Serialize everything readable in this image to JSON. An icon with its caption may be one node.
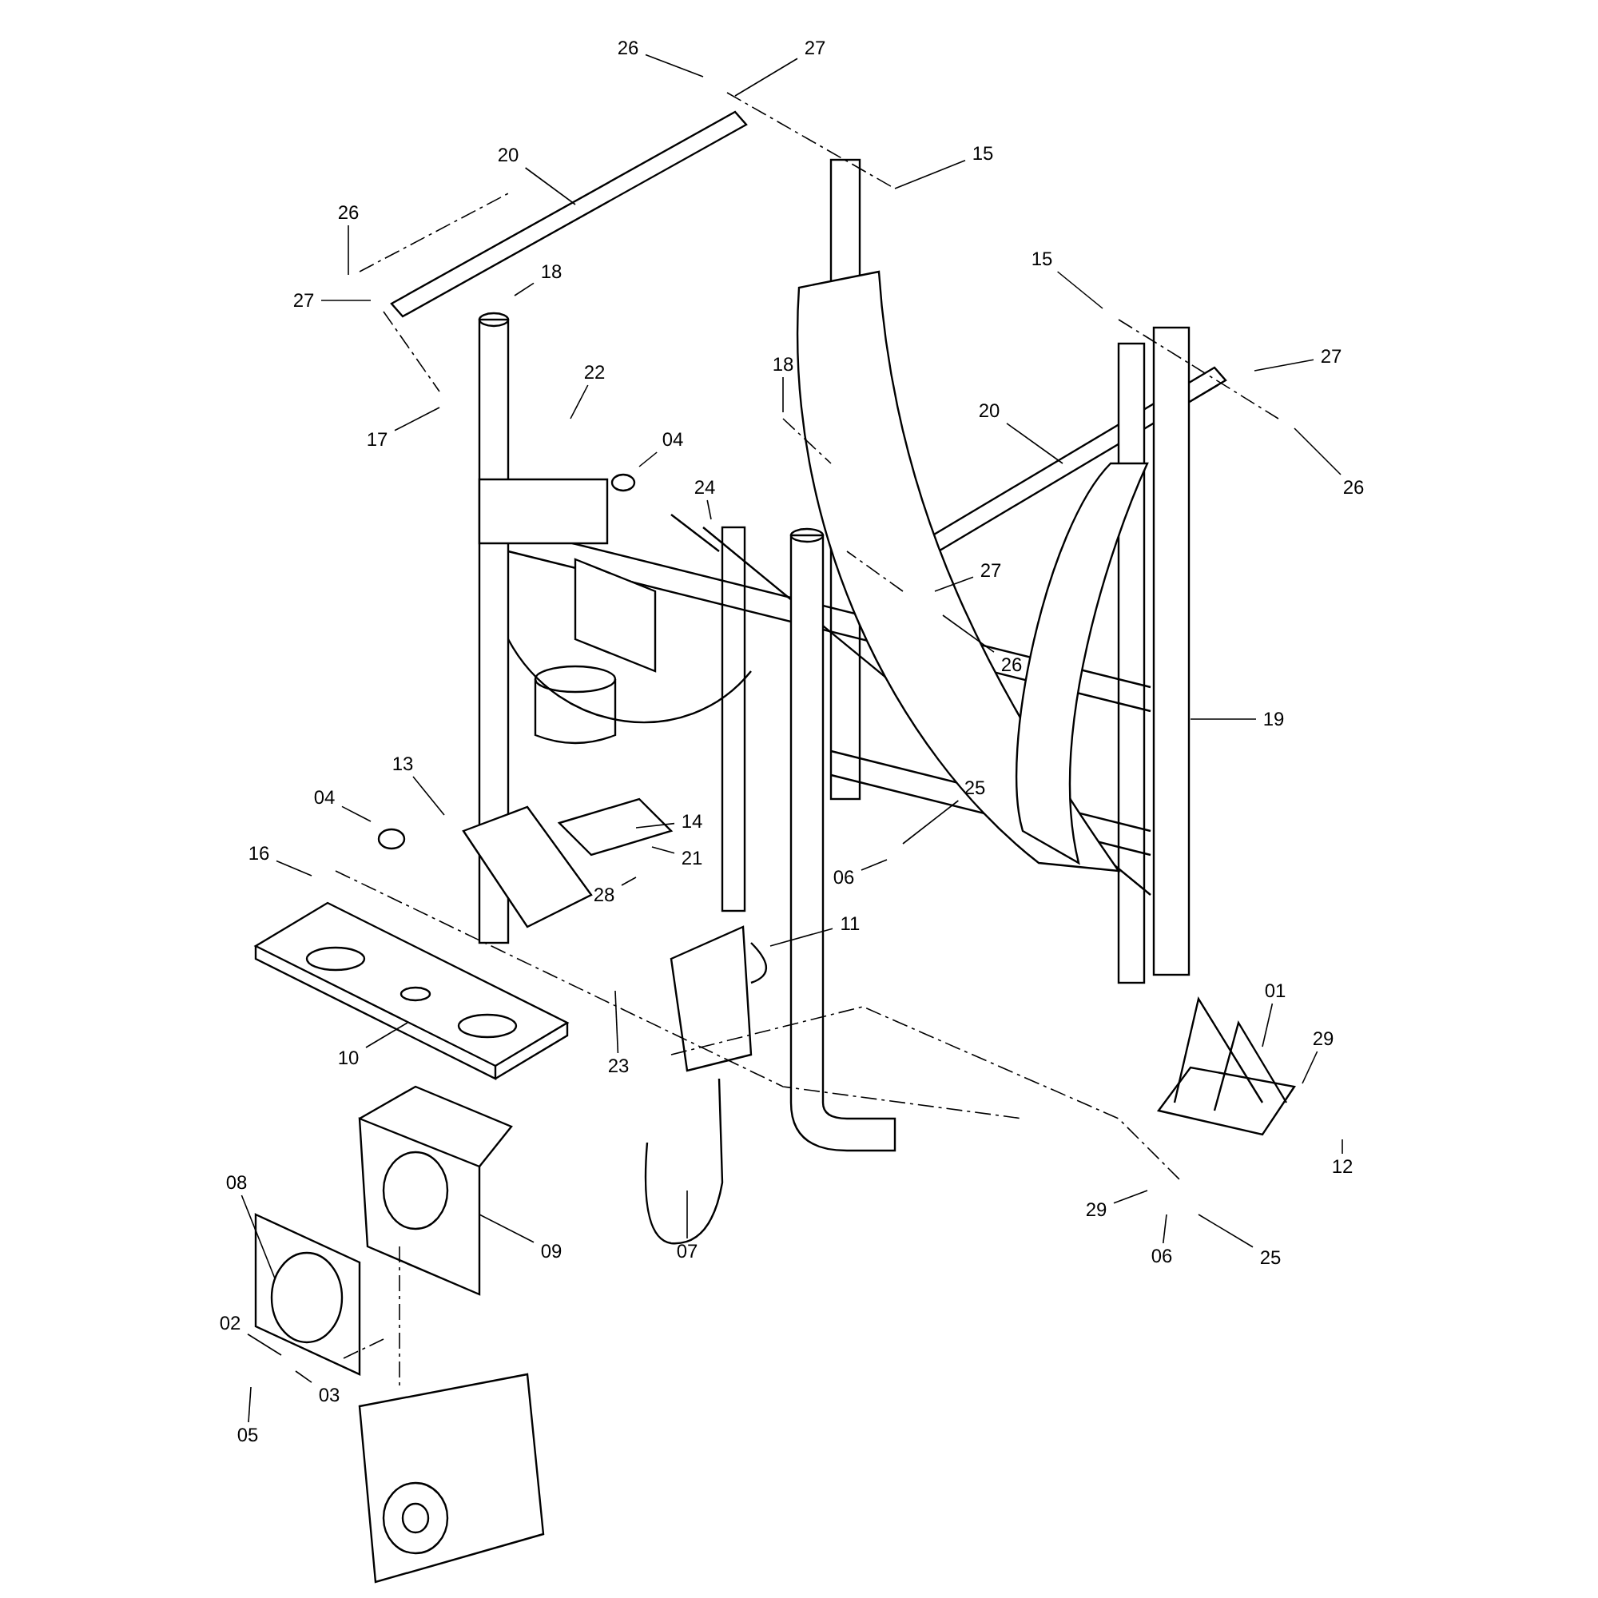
{
  "diagram": {
    "nodes": [
      {
        "text": [
          "26"
        ]
      },
      {
        "text": [
          "27"
        ]
      },
      {
        "text": [
          "20"
        ]
      },
      {
        "text": [
          "15"
        ]
      },
      {
        "text": [
          "26"
        ]
      },
      {
        "text": [
          "18"
        ]
      },
      {
        "text": [
          "27"
        ]
      },
      {
        "text": [
          "15"
        ]
      },
      {
        "text": [
          "22"
        ]
      },
      {
        "text": [
          "18"
        ]
      },
      {
        "text": [
          "27"
        ]
      },
      {
        "text": [
          "20"
        ]
      },
      {
        "text": [
          "17"
        ]
      },
      {
        "text": [
          "04"
        ]
      },
      {
        "text": [
          "26"
        ]
      },
      {
        "text": [
          "24"
        ]
      },
      {
        "text": [
          "27"
        ]
      },
      {
        "text": [
          "26"
        ]
      },
      {
        "text": [
          "19"
        ]
      },
      {
        "text": [
          "13"
        ]
      },
      {
        "text": [
          "04"
        ]
      },
      {
        "text": [
          "25"
        ]
      },
      {
        "text": [
          "14"
        ]
      },
      {
        "text": [
          "16"
        ]
      },
      {
        "text": [
          "21"
        ]
      },
      {
        "text": [
          "06"
        ]
      },
      {
        "text": [
          "28"
        ]
      },
      {
        "text": [
          "11"
        ]
      },
      {
        "text": [
          "01"
        ]
      },
      {
        "text": [
          "29"
        ]
      },
      {
        "text": [
          "10"
        ]
      },
      {
        "text": [
          "23"
        ]
      },
      {
        "text": [
          "12"
        ]
      },
      {
        "text": [
          "08"
        ]
      },
      {
        "text": [
          "29"
        ]
      },
      {
        "text": [
          "09"
        ]
      },
      {
        "text": [
          "07"
        ]
      },
      {
        "text": [
          "06"
        ]
      },
      {
        "text": [
          "25"
        ]
      },
      {
        "text": [
          "02"
        ]
      },
      {
        "text": [
          "03"
        ]
      },
      {
        "text": [
          "05"
        ]
      }
    ],
    "edges": [
      {
        "from": 0,
        "to": null,
        "arrow": "none"
      },
      {
        "from": 1,
        "to": null,
        "arrow": "none"
      },
      {
        "from": 2,
        "to": null,
        "arrow": "none"
      },
      {
        "from": 3,
        "to": null,
        "arrow": "none"
      },
      {
        "from": 4,
        "to": null,
        "arrow": "none"
      },
      {
        "from": 5,
        "to": null,
        "arrow": "none"
      },
      {
        "from": 6,
        "to": null,
        "arrow": "none"
      },
      {
        "from": 7,
        "to": null,
        "arrow": "none"
      },
      {
        "from": 8,
        "to": null,
        "arrow": "none"
      },
      {
        "from": 9,
        "to": null,
        "arrow": "none"
      },
      {
        "from": 10,
        "to": null,
        "arrow": "none"
      },
      {
        "from": 11,
        "to": null,
        "arrow": "none"
      },
      {
        "from": 12,
        "to": null,
        "arrow": "none"
      },
      {
        "from": 13,
        "to": null,
        "arrow": "none"
      },
      {
        "from": 14,
        "to": null,
        "arrow": "none"
      },
      {
        "from": 15,
        "to": null,
        "arrow": "none"
      },
      {
        "from": 16,
        "to": null,
        "arrow": "none"
      },
      {
        "from": 17,
        "to": null,
        "arrow": "none"
      },
      {
        "from": 18,
        "to": null,
        "arrow": "none"
      },
      {
        "from": 19,
        "to": null,
        "arrow": "none"
      },
      {
        "from": 20,
        "to": null,
        "arrow": "none"
      },
      {
        "from": 21,
        "to": null,
        "arrow": "none"
      },
      {
        "from": 22,
        "to": null,
        "arrow": "none"
      },
      {
        "from": 23,
        "to": null,
        "arrow": "none"
      },
      {
        "from": 24,
        "to": null,
        "arrow": "none"
      },
      {
        "from": 25,
        "to": null,
        "arrow": "none"
      },
      {
        "from": 26,
        "to": null,
        "arrow": "none"
      },
      {
        "from": 27,
        "to": null,
        "arrow": "none"
      },
      {
        "from": 28,
        "to": null,
        "arrow": "none"
      },
      {
        "from": 29,
        "to": null,
        "arrow": "none"
      },
      {
        "from": 30,
        "to": null,
        "arrow": "none"
      },
      {
        "from": 31,
        "to": null,
        "arrow": "none"
      },
      {
        "from": 32,
        "to": null,
        "arrow": "none"
      },
      {
        "from": 33,
        "to": null,
        "arrow": "none"
      },
      {
        "from": 34,
        "to": null,
        "arrow": "none"
      },
      {
        "from": 35,
        "to": null,
        "arrow": "none"
      },
      {
        "from": 36,
        "to": null,
        "arrow": "none"
      },
      {
        "from": 37,
        "to": null,
        "arrow": "none"
      },
      {
        "from": 38,
        "to": null,
        "arrow": "none"
      },
      {
        "from": 39,
        "to": null,
        "arrow": "none"
      },
      {
        "from": 40,
        "to": null,
        "arrow": "none"
      },
      {
        "from": 41,
        "to": null,
        "arrow": "none"
      }
    ]
  }
}
